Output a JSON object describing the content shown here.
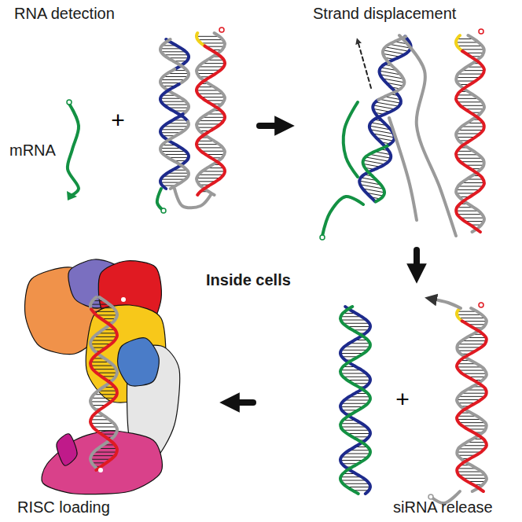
{
  "diagram": {
    "labels": [
      "RNA detection",
      "Strand displacement",
      "mRNA",
      "Inside cells",
      "RISC loading",
      "siRNA release"
    ]
  }
}
